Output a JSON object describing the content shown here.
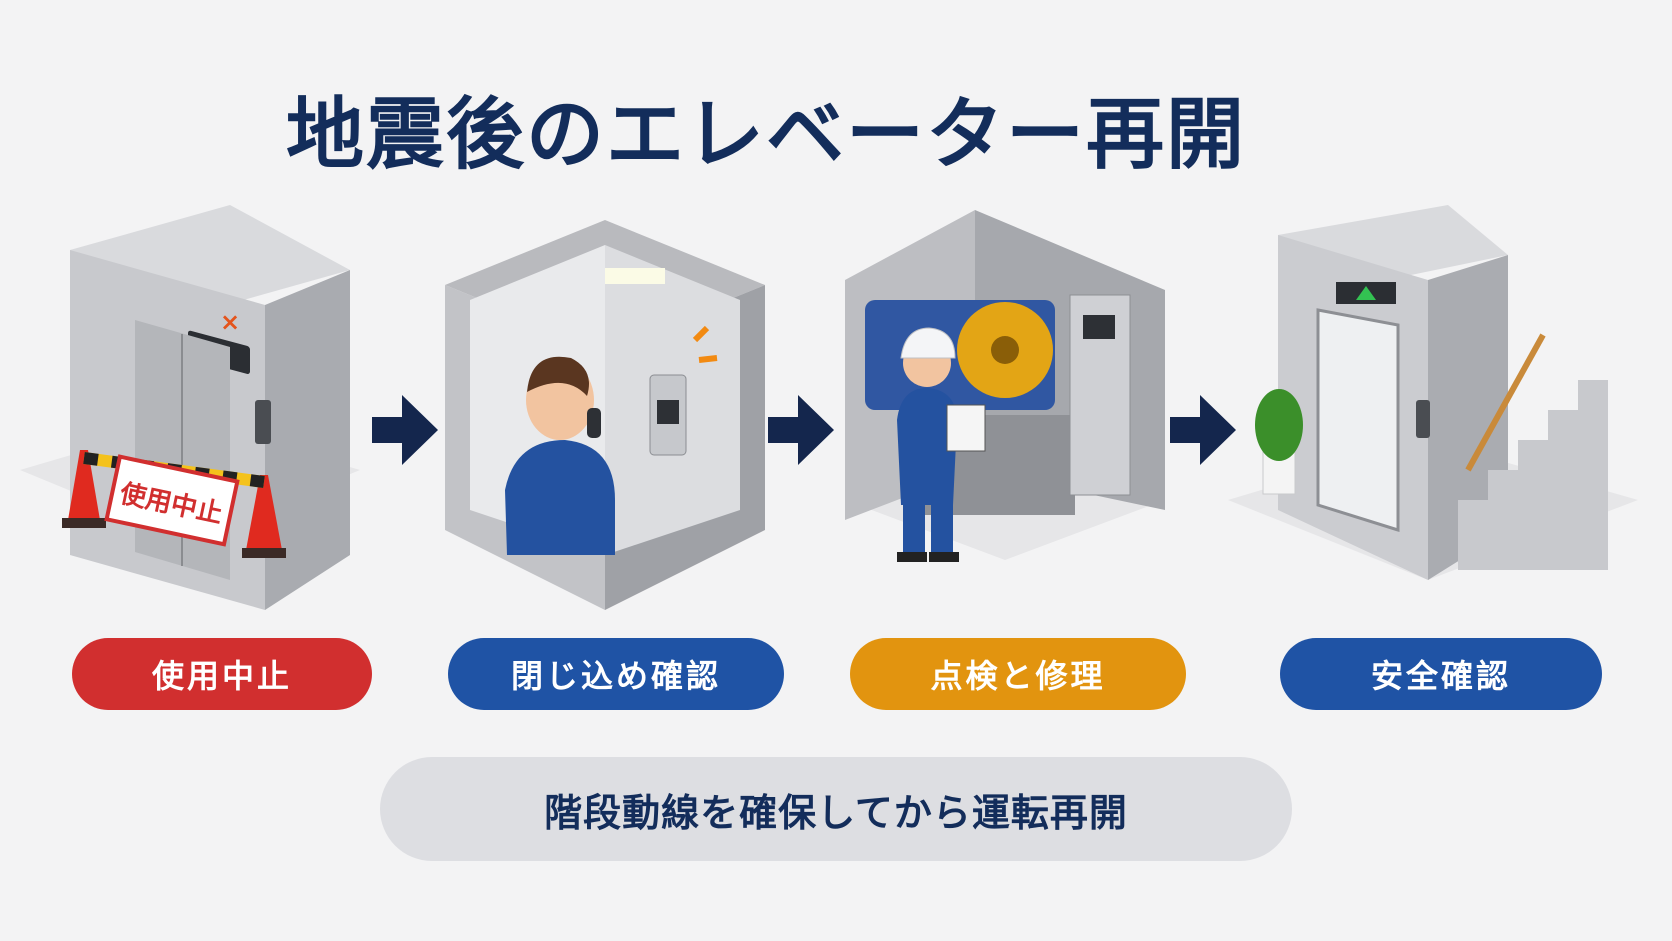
{
  "title": "地震後のエレベーター再開",
  "steps": [
    {
      "label": "使用中止",
      "color": "#d12f2f",
      "sign": "使用中止"
    },
    {
      "label": "閉じ込め確認",
      "color": "#1f53a5"
    },
    {
      "label": "点検と修理",
      "color": "#e2940f"
    },
    {
      "label": "安全確認",
      "color": "#1f53a5"
    }
  ],
  "footer": "階段動線を確保してから運転再開",
  "colors": {
    "navy": "#132d5b",
    "arrow": "#14264d"
  }
}
